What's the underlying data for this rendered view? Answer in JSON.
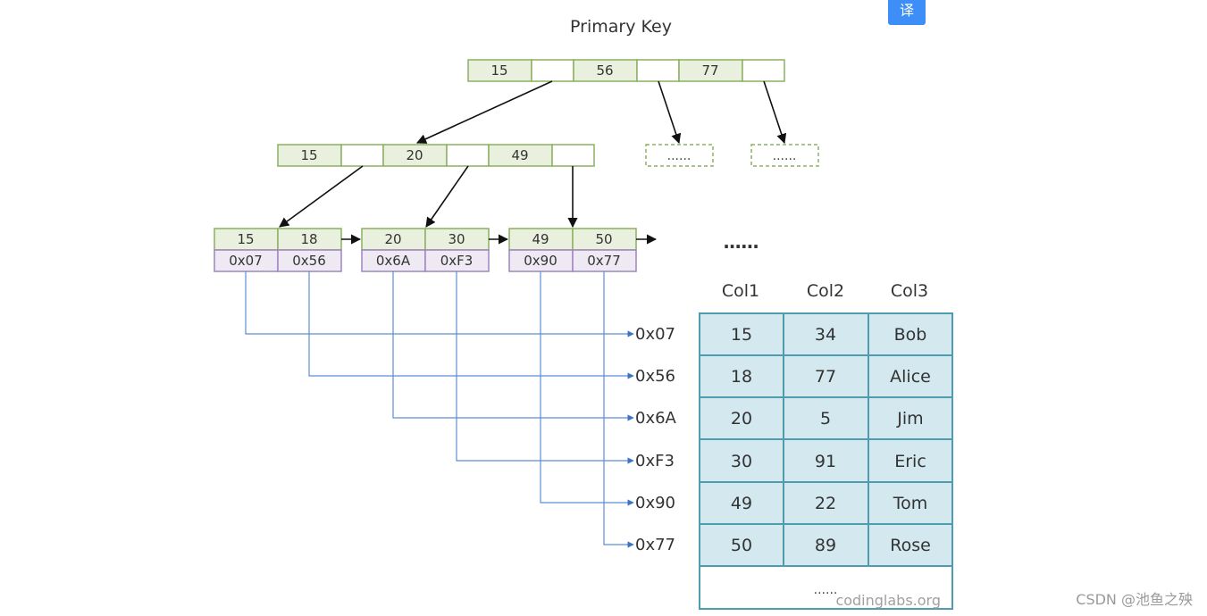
{
  "title": "Primary Key",
  "translate_button": "译",
  "root_keys": [
    "15",
    "56",
    "77"
  ],
  "internal_keys": [
    "15",
    "20",
    "49"
  ],
  "placeholder_text": "......",
  "leaves": [
    {
      "keys": [
        "15",
        "18"
      ],
      "ptrs": [
        "0x07",
        "0x56"
      ]
    },
    {
      "keys": [
        "20",
        "30"
      ],
      "ptrs": [
        "0x6A",
        "0xF3"
      ]
    },
    {
      "keys": [
        "49",
        "50"
      ],
      "ptrs": [
        "0x90",
        "0x77"
      ]
    }
  ],
  "more_leaves": "......",
  "table": {
    "headers": [
      "Col1",
      "Col2",
      "Col3"
    ],
    "rows": [
      {
        "addr": "0x07",
        "cells": [
          "15",
          "34",
          "Bob"
        ]
      },
      {
        "addr": "0x56",
        "cells": [
          "18",
          "77",
          "Alice"
        ]
      },
      {
        "addr": "0x6A",
        "cells": [
          "20",
          "5",
          "Jim"
        ]
      },
      {
        "addr": "0xF3",
        "cells": [
          "30",
          "91",
          "Eric"
        ]
      },
      {
        "addr": "0x90",
        "cells": [
          "49",
          "22",
          "Tom"
        ]
      },
      {
        "addr": "0x77",
        "cells": [
          "50",
          "89",
          "Rose"
        ]
      }
    ],
    "more_rows": "......"
  },
  "watermark_site": "codinglabs.org",
  "watermark_csdn": "CSDN @池鱼之殃",
  "colors": {
    "key_fill": "#e9f0dd",
    "key_stroke": "#8cb060",
    "ptr_fill": "#efe9f3",
    "ptr_stroke": "#9e86bd",
    "table_fill": "#d3e9ef",
    "table_stroke": "#4f9bb0",
    "link_blue": "#5b8fd4"
  }
}
